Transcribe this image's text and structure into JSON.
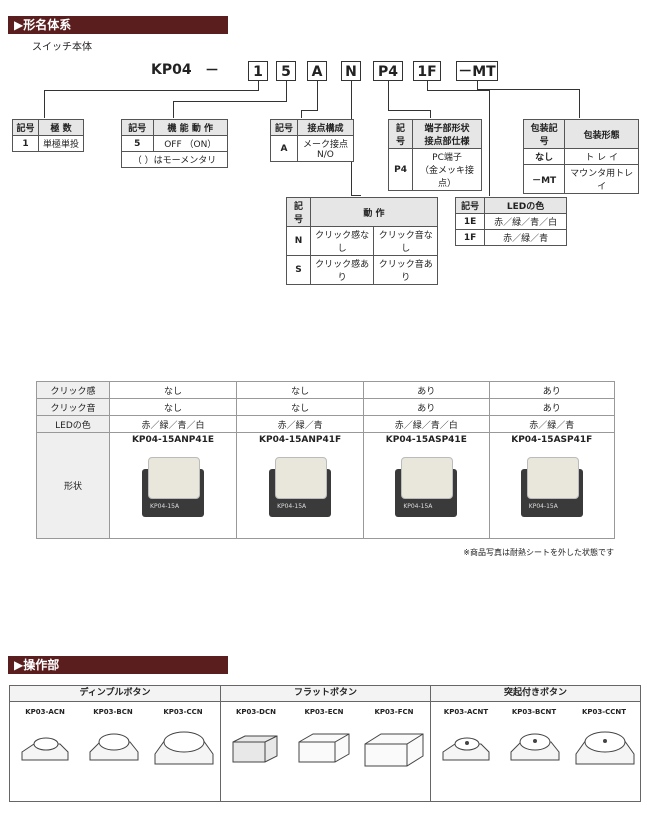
{
  "section1": {
    "title": "▶形名体系",
    "subtitle": "スイッチ本体"
  },
  "model_code": {
    "prefix": "KP04",
    "dash": "－",
    "parts": [
      "1",
      "5",
      "A",
      "N",
      "P4",
      "1F",
      "－MT"
    ]
  },
  "tables": {
    "poles": {
      "header": [
        "記号",
        "極 数"
      ],
      "rows": [
        [
          "1",
          "単極単投"
        ]
      ]
    },
    "function": {
      "header": [
        "記号",
        "機 能 動 作"
      ],
      "rows": [
        [
          "5",
          "OFF （ON）"
        ]
      ],
      "note": "（ ）はモーメンタリ"
    },
    "contact": {
      "header": [
        "記号",
        "接点構成"
      ],
      "rows": [
        [
          "A",
          "メーク接点\nN/O"
        ]
      ]
    },
    "terminal": {
      "header": [
        "記号",
        "端子部形状\n接点部仕様"
      ],
      "rows": [
        [
          "P4",
          "PC端子\n（金メッキ接点）"
        ]
      ]
    },
    "packaging": {
      "header": [
        "包装記号",
        "包装形態"
      ],
      "rows": [
        [
          "なし",
          "ト レ イ"
        ],
        [
          "－MT",
          "マウンタ用トレイ"
        ]
      ]
    },
    "action": {
      "header": [
        "記号",
        "動 作"
      ],
      "rows": [
        [
          "N",
          "クリック感なし",
          "クリック音なし"
        ],
        [
          "S",
          "クリック感あり",
          "クリック音あり"
        ]
      ]
    },
    "led": {
      "header": [
        "記号",
        "LEDの色"
      ],
      "rows": [
        [
          "1E",
          "赤／緑／青／白"
        ],
        [
          "1F",
          "赤／緑／青"
        ]
      ]
    }
  },
  "comparison": {
    "row_labels": [
      "クリック感",
      "クリック音",
      "LEDの色",
      "形状"
    ],
    "columns": [
      {
        "click_feel": "なし",
        "click_sound": "なし",
        "led": "赤／緑／青／白",
        "part": "KP04-15ANP41E"
      },
      {
        "click_feel": "なし",
        "click_sound": "なし",
        "led": "赤／緑／青",
        "part": "KP04-15ANP41F"
      },
      {
        "click_feel": "あり",
        "click_sound": "あり",
        "led": "赤／緑／青／白",
        "part": "KP04-15ASP41E"
      },
      {
        "click_feel": "あり",
        "click_sound": "あり",
        "led": "赤／緑／青",
        "part": "KP04-15ASP41F"
      }
    ],
    "note": "※商品写真は耐熱シートを外した状態です",
    "photo_label": "KP04-15A"
  },
  "section2": {
    "title": "▶操作部"
  },
  "operators": [
    {
      "group": "ディンプルボタン",
      "items": [
        "KP03-ACN",
        "KP03-BCN",
        "KP03-CCN"
      ]
    },
    {
      "group": "フラットボタン",
      "items": [
        "KP03-DCN",
        "KP03-ECN",
        "KP03-FCN"
      ]
    },
    {
      "group": "突起付きボタン",
      "items": [
        "KP03-ACNT",
        "KP03-BCNT",
        "KP03-CCNT"
      ]
    }
  ]
}
